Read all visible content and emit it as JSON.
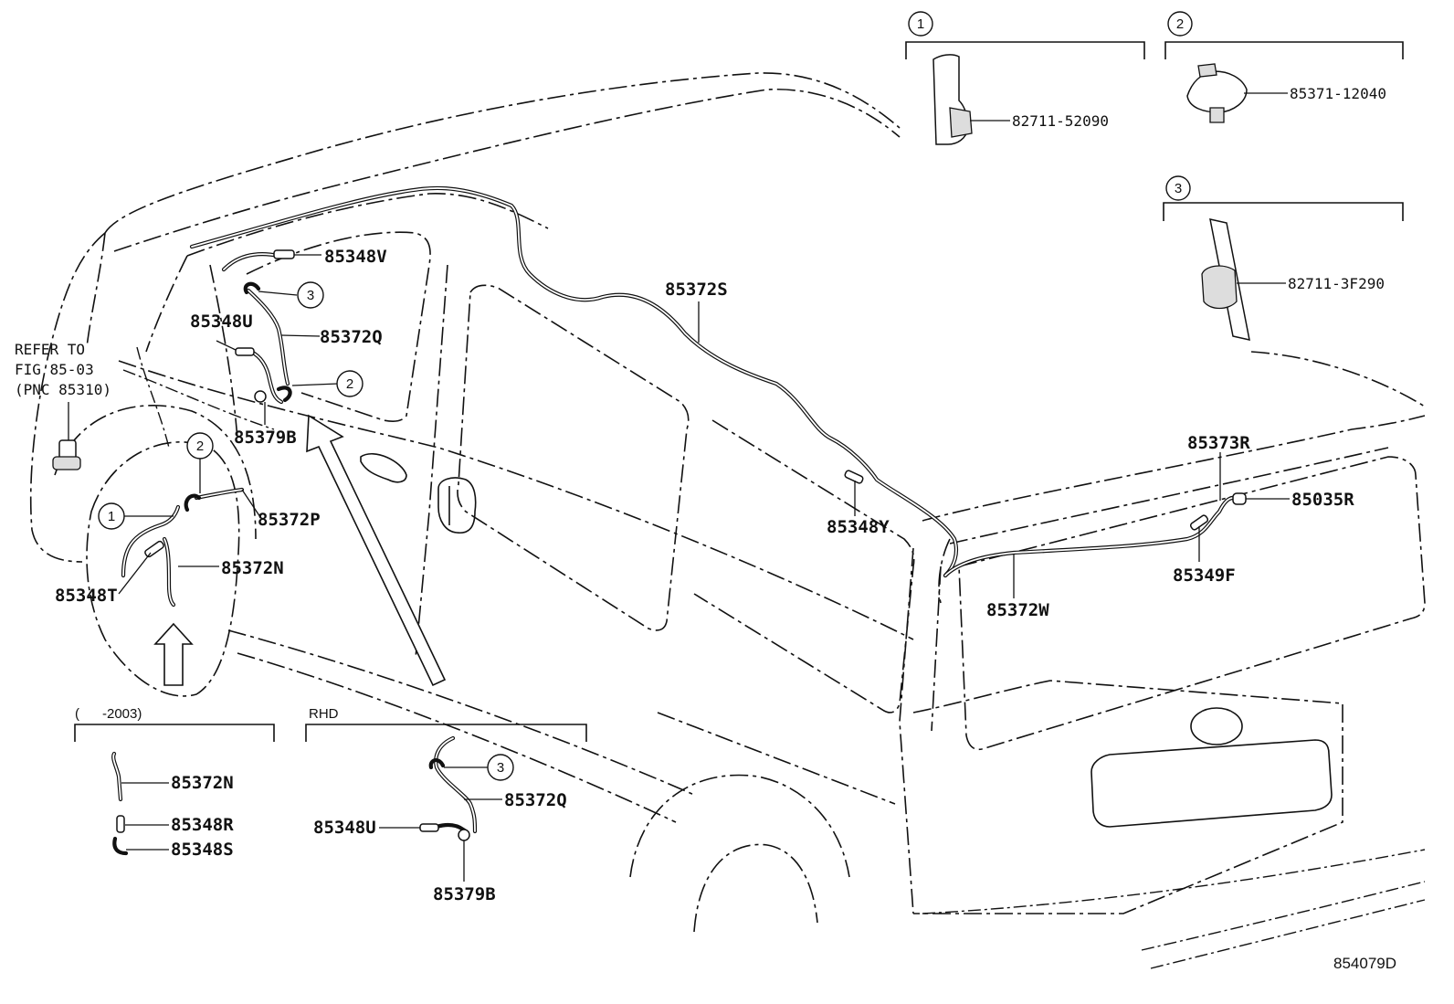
{
  "labels": {
    "p85348V": "85348V",
    "p85348U": "85348U",
    "p85372Q": "85372Q",
    "p85379B": "85379B",
    "p85372S": "85372S",
    "p85372P": "85372P",
    "p85372N": "85372N",
    "p85348T": "85348T",
    "p85348Y": "85348Y",
    "p85373R": "85373R",
    "p85035R": "85035R",
    "p85349F": "85349F",
    "p85372W": "85372W"
  },
  "refer": {
    "line1": "REFER TO",
    "line2": "FIG 85-03",
    "line3": "(PNC 85310)"
  },
  "callouts": {
    "c1": "1",
    "c2": "2",
    "c3": "3"
  },
  "insets": {
    "inset1": {
      "number": "1",
      "code": "82711-52090"
    },
    "inset2": {
      "number": "2",
      "code": "85371-12040"
    },
    "inset3": {
      "number": "3",
      "code": "82711-3F290"
    },
    "early": {
      "caption": "(      -2003)",
      "l1": "85372N",
      "l2": "85348R",
      "l3": "85348S"
    },
    "rhd": {
      "caption": "RHD",
      "l1": "85372Q",
      "l2": "85348U",
      "l3": "85379B"
    }
  },
  "figure_id": "854079D"
}
